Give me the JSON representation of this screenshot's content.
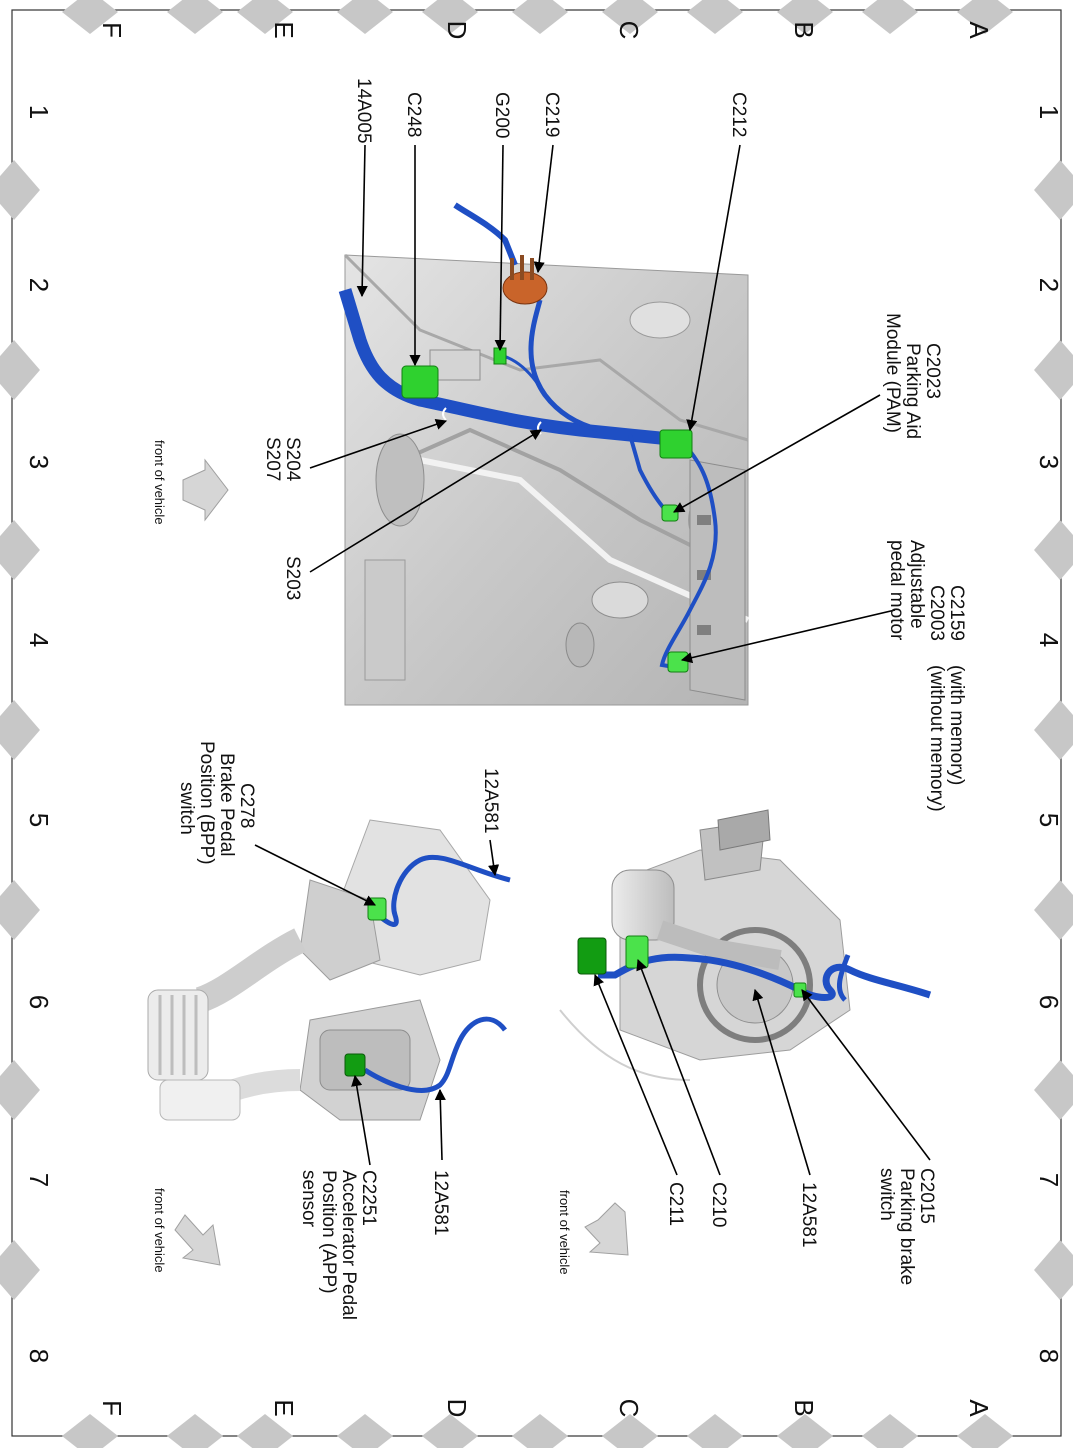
{
  "grid": {
    "rows": [
      "A",
      "B",
      "C",
      "D",
      "E",
      "F"
    ],
    "cols": [
      "1",
      "2",
      "3",
      "4",
      "5",
      "6",
      "7",
      "8"
    ]
  },
  "labels": {
    "c212": "C212",
    "c219": "C219",
    "g200": "G200",
    "c248": "C248",
    "n14a005": "14A005",
    "c2023": "C2023",
    "parking_aid": "Parking Aid",
    "pam": "Module (PAM)",
    "s204": "S204",
    "s207": "S207",
    "s203": "S203",
    "c2159": "C2159",
    "with_memory": "(with memory)",
    "c2003": "C2003",
    "without_memory": "(without memory)",
    "adjustable": "Adjustable",
    "pedal_motor": "pedal motor",
    "c278": "C278",
    "brake_pedal": "Brake Pedal",
    "bpp": "Position (BPP)",
    "switch": "switch",
    "n12a581_top": "12A581",
    "c2015": "C2015",
    "parking_brake": "Parking brake",
    "switch2": "switch",
    "n12a581_mid": "12A581",
    "c210": "C210",
    "c211": "C211",
    "n12a581_low": "12A581",
    "c2251": "C2251",
    "accel_pedal": "Accelerator Pedal",
    "app": "Position (APP)",
    "sensor": "sensor",
    "front_1": "front of vehicle",
    "front_2": "front of vehicle",
    "front_3": "front of vehicle"
  },
  "colors": {
    "harness": "#1f4fc4",
    "connector": "#2fd12f",
    "connector_dark": "#129c12",
    "grommet": "#c9642a",
    "panel": "#cfcfcf",
    "diamond": "#c7c7c7"
  }
}
